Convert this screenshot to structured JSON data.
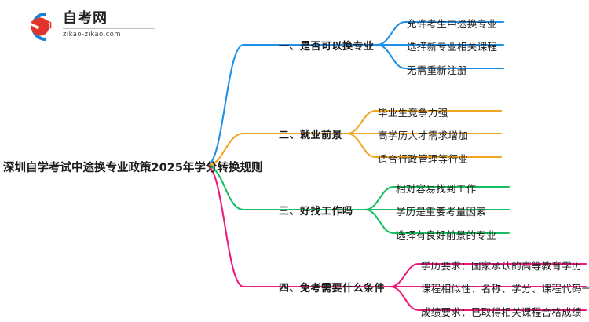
{
  "logo": {
    "name_cn": "自考网",
    "url": "zikao-zikao.com",
    "mark_icon": "graduation-cap-icon",
    "arc_color": "#1b82d2",
    "cap_color": "#e0342b"
  },
  "mindmap": {
    "root": "深圳自学考试中途换专业政策2025年学分转换规则",
    "branches": [
      {
        "label": "一、是否可以换专业",
        "color": "#1e90e8",
        "children": [
          "允许考生中途换专业",
          "选择新专业相关课程",
          "无需重新注册"
        ]
      },
      {
        "label": "二、就业前景",
        "color": "#f0a51e",
        "children": [
          "毕业生竞争力强",
          "高学历人才需求增加",
          "适合行政管理等行业"
        ]
      },
      {
        "label": "三、好找工作吗",
        "color": "#16bf62",
        "children": [
          "相对容易找到工作",
          "学历是重要考量因素",
          "选择有良好前景的专业"
        ]
      },
      {
        "label": "四、免考需要什么条件",
        "color": "#ec1a7b",
        "children": [
          "学历要求：国家承认的高等教育学历",
          "课程相似性：名称、学分、课程代码一致",
          "成绩要求：已取得相关课程合格成绩"
        ]
      }
    ]
  }
}
